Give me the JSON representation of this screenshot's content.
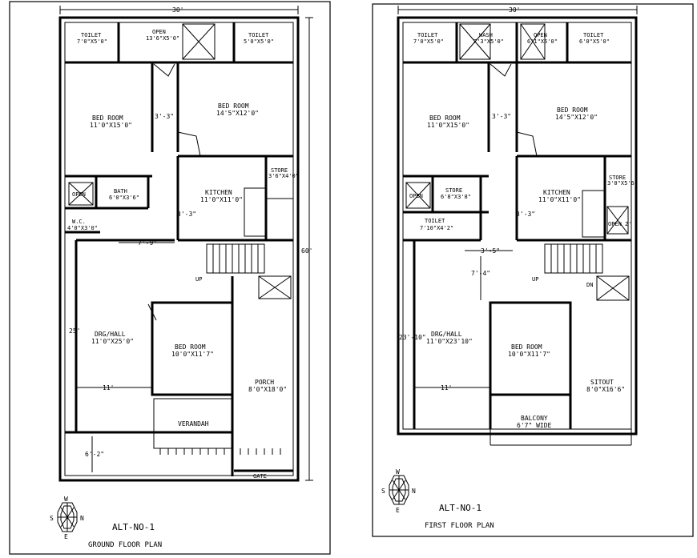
{
  "ground": {
    "dim_top": "30'",
    "dim_right": "60'",
    "rooms": {
      "toilet_left": {
        "name": "TOILET",
        "size": "7'0\"X5'0\""
      },
      "open_top": {
        "name": "OPEN",
        "size": "13'6\"X5'0\""
      },
      "toilet_right": {
        "name": "TOILET",
        "size": "5'0\"X5'0\""
      },
      "bed1": {
        "name": "BED ROOM",
        "size": "11'0\"X15'0\""
      },
      "bed2": {
        "name": "BED ROOM",
        "size": "14'5\"X12'0\""
      },
      "store": {
        "name": "STORE",
        "size": "3'6\"X4'0\""
      },
      "open_mid": {
        "name": "OPEN"
      },
      "bath": {
        "name": "BATH",
        "size": "6'0\"X3'6\""
      },
      "kitchen": {
        "name": "KITCHEN",
        "size": "11'0\"X11'0\""
      },
      "wc": {
        "name": "W.C.",
        "size": "4'0\"X3'0\""
      },
      "hall": {
        "name": "DRG/HALL",
        "size": "11'0\"X25'0\""
      },
      "bed3": {
        "name": "BED ROOM",
        "size": "10'0\"X11'7\""
      },
      "porch": {
        "name": "PORCH",
        "size": "8'0\"X18'0\""
      },
      "verandah": {
        "name": "VERANDAH"
      },
      "gate": {
        "name": "GATE"
      }
    },
    "dims": {
      "d1": "3'-3\"",
      "d2": "3'-3\"",
      "d3": "7'-9\"",
      "d4": "25'",
      "d5": "11'",
      "d6": "6'-2\""
    },
    "up": "UP",
    "alt": "ALT-NO-1",
    "title": "GROUND FLOOR PLAN"
  },
  "first": {
    "dim_top": "30'",
    "rooms": {
      "toilet_left": {
        "name": "TOILET",
        "size": "7'0\"X5'0\""
      },
      "wash": {
        "name": "WASH",
        "size": "7'3\"X5'0\""
      },
      "open_top": {
        "name": "OPEN",
        "size": "6'1\"X5'0\""
      },
      "toilet_right": {
        "name": "TOILET",
        "size": "6'0\"X5'0\""
      },
      "bed1": {
        "name": "BED ROOM",
        "size": "11'0\"X15'0\""
      },
      "bed2": {
        "name": "BED ROOM",
        "size": "14'5\"X12'0\""
      },
      "store_small": {
        "name": "STORE",
        "size": "3'0\"X5'6\""
      },
      "open_mid": {
        "name": "OPEN"
      },
      "store": {
        "name": "STORE",
        "size": "6'8\"X3'8\""
      },
      "kitchen": {
        "name": "KITCHEN",
        "size": "11'0\"X11'0\""
      },
      "open_right": {
        "name": "OPEN"
      },
      "toilet_mid": {
        "name": "TOILET",
        "size": "7'10\"X4'2\""
      },
      "hall": {
        "name": "DRG/HALL",
        "size": "11'0\"X23'10\""
      },
      "bed3": {
        "name": "BED ROOM",
        "size": "10'0\"X11'7\""
      },
      "sitout": {
        "name": "SITOUT",
        "size": "8'0\"X16'6\""
      },
      "balcony": {
        "name": "BALCONY",
        "size": "6'7\" WIDE"
      }
    },
    "dims": {
      "d1": "3'-3\"",
      "d2": "3'-3\"",
      "d3": "3'-5\"",
      "d4": "7'-4\"",
      "d5": "23'-10\"",
      "d6": "11'",
      "d7": "2'"
    },
    "up": "UP",
    "dn": "DN",
    "alt": "ALT-NO-1",
    "title": "FIRST FLOOR PLAN"
  },
  "compass": {
    "n": "N",
    "s": "S",
    "e": "E",
    "w": "W"
  }
}
